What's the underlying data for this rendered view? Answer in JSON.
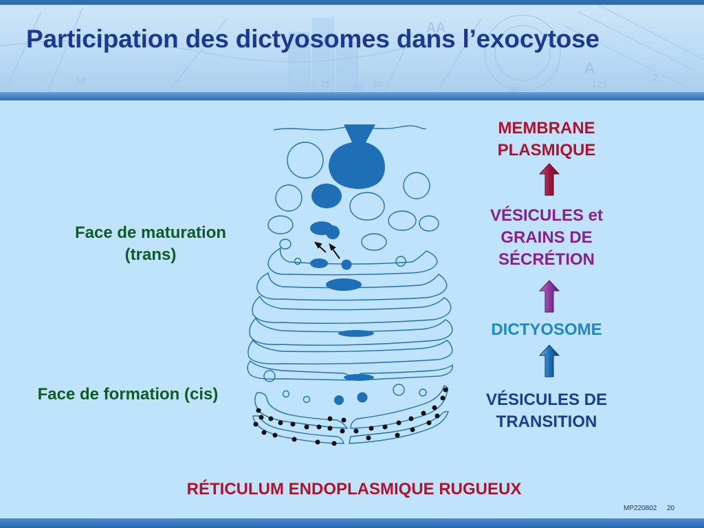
{
  "slide": {
    "title": "Participation des dictyosomes dans l’exocytose",
    "footer_code": "MP220802",
    "page_number": "20"
  },
  "labels": {
    "trans_line1": "Face de maturation",
    "trans_line2": "(trans)",
    "cis": "Face de formation (cis)",
    "rer": "RÉTICULUM ENDOPLASMIQUE RUGUEUX"
  },
  "flow": {
    "membrane_line1": "MEMBRANE",
    "membrane_line2": "PLASMIQUE",
    "vesicules_line1": "VÉSICULES et",
    "vesicules_line2": "GRAINS DE",
    "vesicules_line3": "SÉCRÉTION",
    "dictyosome": "DICTYOSOME",
    "transition_line1": "VÉSICULES DE",
    "transition_line2": "TRANSITION"
  },
  "colors": {
    "title": "#1b3a8f",
    "membrane_label": "#b0122d",
    "vesicules_label": "#8a1f8f",
    "dictyosome_label": "#1e88c8",
    "transition_label": "#173f8f",
    "side_labels": "#0e5b25",
    "rer_label": "#b0122d",
    "diagram_fill": "#1e6fb5",
    "arrow_red": "#9c1540",
    "arrow_purple": "#8a3a9c",
    "arrow_blue": "#1f6fb8"
  }
}
